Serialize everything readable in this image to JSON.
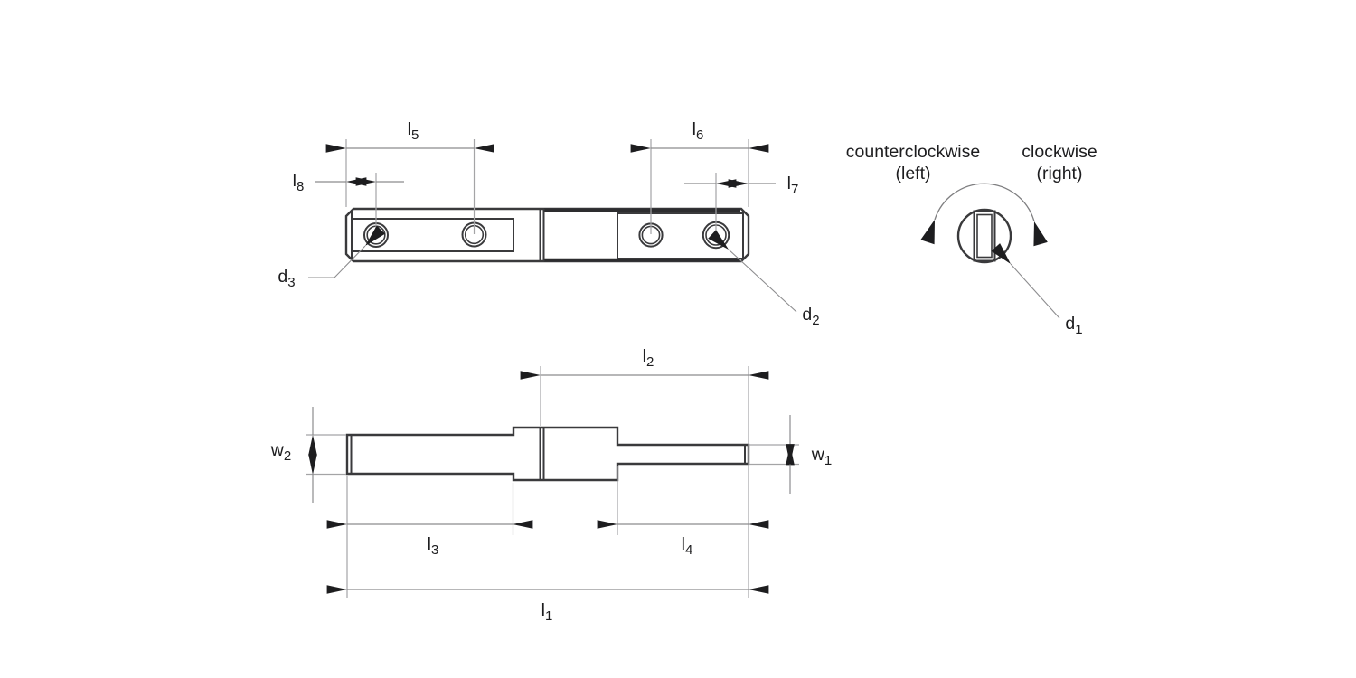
{
  "figure": {
    "type": "technical-drawing",
    "subject": "slotted shaft / cutter bar with drilled holes, three orthographic views",
    "colors": {
      "background": "#ffffff",
      "part_outline": "#3a3a3c",
      "dimension_line": "#8c8c8e",
      "extension_line": "#a4a4a6",
      "arrowhead": "#1d1d1f",
      "text": "#1d1d1f"
    }
  },
  "labels": {
    "l1": {
      "base": "l",
      "sub": "1"
    },
    "l2": {
      "base": "l",
      "sub": "2"
    },
    "l3": {
      "base": "l",
      "sub": "3"
    },
    "l4": {
      "base": "l",
      "sub": "4"
    },
    "l5": {
      "base": "l",
      "sub": "5"
    },
    "l6": {
      "base": "l",
      "sub": "6"
    },
    "l7": {
      "base": "l",
      "sub": "7"
    },
    "l8": {
      "base": "l",
      "sub": "8"
    },
    "w1": {
      "base": "w",
      "sub": "1"
    },
    "w2": {
      "base": "w",
      "sub": "2"
    },
    "d1": {
      "base": "d",
      "sub": "1"
    },
    "d2": {
      "base": "d",
      "sub": "2"
    },
    "d3": {
      "base": "d",
      "sub": "3"
    }
  },
  "rotation": {
    "ccw_line1": "counterclockwise",
    "ccw_line2": "(left)",
    "cw_line1": "clockwise",
    "cw_line2": "(right)"
  }
}
